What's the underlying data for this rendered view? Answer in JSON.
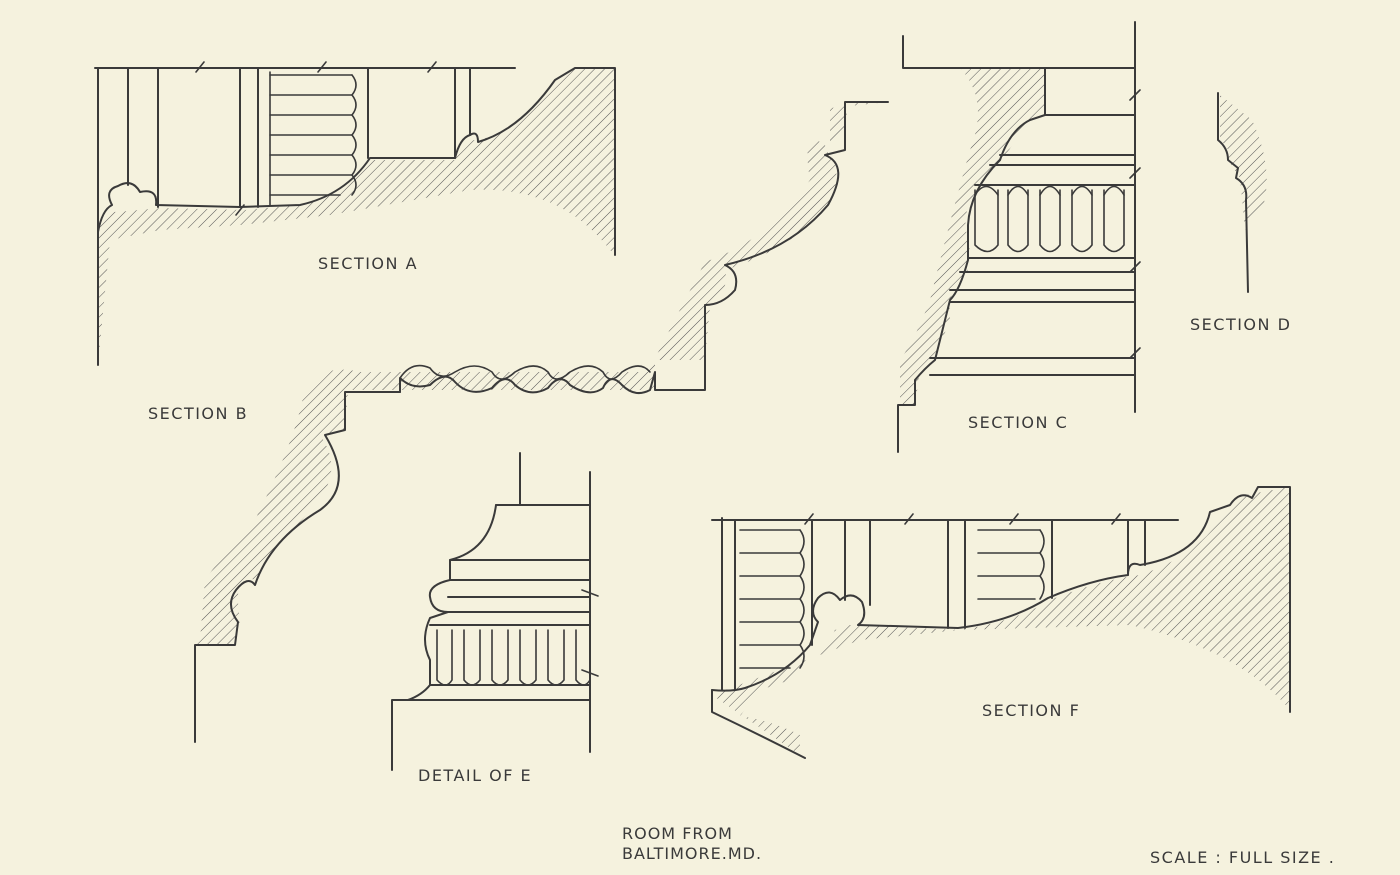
{
  "labels": {
    "section_a": "SECTION A",
    "section_b": "SECTION B",
    "section_c": "SECTION C",
    "section_d": "SECTION D",
    "detail_e": "DETAIL OF E",
    "section_f": "SECTION F"
  },
  "title": {
    "line1": "ROOM FROM",
    "line2": "BALTIMORE.MD."
  },
  "scale": "SCALE : FULL SIZE .",
  "colors": {
    "paper": "#f5f2de",
    "ink": "#3a3a3a"
  }
}
